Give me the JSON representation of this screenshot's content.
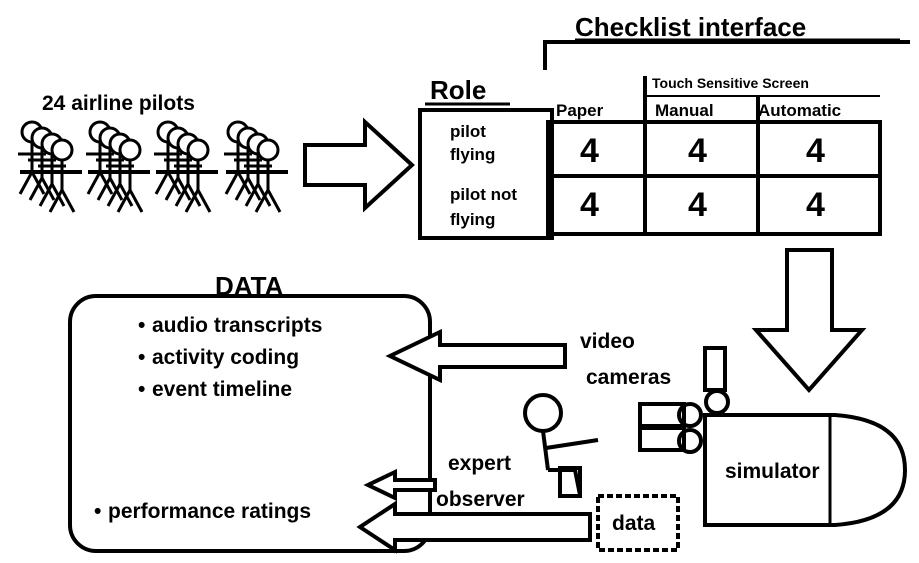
{
  "title": "Checklist interface",
  "pilots_label": "24 airline pilots",
  "role_header": "Role",
  "columns": {
    "touch_header": "Touch Sensitive Screen",
    "paper": "Paper",
    "manual": "Manual",
    "automatic": "Automatic"
  },
  "rows": [
    {
      "label_line1": "pilot",
      "label_line2": "flying",
      "values": [
        "4",
        "4",
        "4"
      ]
    },
    {
      "label_line1": "pilot not",
      "label_line2": "flying",
      "values": [
        "4",
        "4",
        "4"
      ]
    }
  ],
  "data_box": {
    "title": "DATA",
    "items": [
      "audio transcripts",
      "activity coding",
      "event timeline"
    ],
    "ratings": "performance ratings",
    "bullet": "•"
  },
  "video_label_line1": "video",
  "video_label_line2": "cameras",
  "observer_line1": "expert",
  "observer_line2": "observer",
  "simulator_label": "simulator",
  "data_label": "data"
}
